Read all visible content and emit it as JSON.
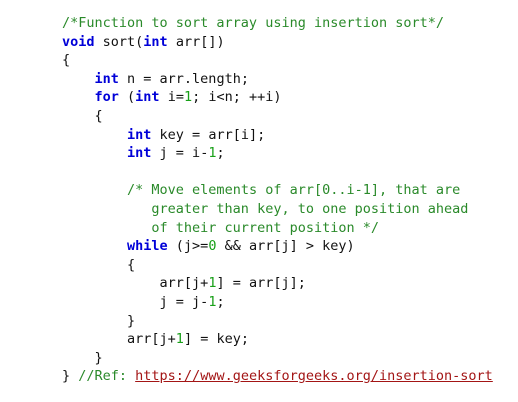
{
  "colors": {
    "keyword": "#0000d8",
    "comment": "#2a8a2a",
    "number": "#18a018",
    "link": "#a31515",
    "text": "#111111",
    "background": "#ffffff"
  },
  "code": {
    "lines": [
      [
        {
          "t": "comment",
          "v": "/*Function to sort array using insertion sort*/"
        }
      ],
      [
        {
          "t": "keyword",
          "v": "void"
        },
        {
          "t": "plain",
          "v": " sort("
        },
        {
          "t": "keyword",
          "v": "int"
        },
        {
          "t": "plain",
          "v": " arr[])"
        }
      ],
      [
        {
          "t": "plain",
          "v": "{"
        }
      ],
      [
        {
          "t": "plain",
          "v": "    "
        },
        {
          "t": "keyword",
          "v": "int"
        },
        {
          "t": "plain",
          "v": " n = arr.length;"
        }
      ],
      [
        {
          "t": "plain",
          "v": "    "
        },
        {
          "t": "keyword",
          "v": "for"
        },
        {
          "t": "plain",
          "v": " ("
        },
        {
          "t": "keyword",
          "v": "int"
        },
        {
          "t": "plain",
          "v": " i="
        },
        {
          "t": "number",
          "v": "1"
        },
        {
          "t": "plain",
          "v": "; i<n; ++i)"
        }
      ],
      [
        {
          "t": "plain",
          "v": "    {"
        }
      ],
      [
        {
          "t": "plain",
          "v": "        "
        },
        {
          "t": "keyword",
          "v": "int"
        },
        {
          "t": "plain",
          "v": " key = arr[i];"
        }
      ],
      [
        {
          "t": "plain",
          "v": "        "
        },
        {
          "t": "keyword",
          "v": "int"
        },
        {
          "t": "plain",
          "v": " j = i-"
        },
        {
          "t": "number",
          "v": "1"
        },
        {
          "t": "plain",
          "v": ";"
        }
      ],
      [],
      [
        {
          "t": "plain",
          "v": "        "
        },
        {
          "t": "comment",
          "v": "/* Move elements of arr[0..i-1], that are"
        }
      ],
      [
        {
          "t": "comment",
          "v": "           greater than key, to one position ahead"
        }
      ],
      [
        {
          "t": "comment",
          "v": "           of their current position */"
        }
      ],
      [
        {
          "t": "plain",
          "v": "        "
        },
        {
          "t": "keyword",
          "v": "while"
        },
        {
          "t": "plain",
          "v": " (j>="
        },
        {
          "t": "number",
          "v": "0"
        },
        {
          "t": "plain",
          "v": " && arr[j] > key)"
        }
      ],
      [
        {
          "t": "plain",
          "v": "        {"
        }
      ],
      [
        {
          "t": "plain",
          "v": "            arr[j+"
        },
        {
          "t": "number",
          "v": "1"
        },
        {
          "t": "plain",
          "v": "] = arr[j];"
        }
      ],
      [
        {
          "t": "plain",
          "v": "            j = j-"
        },
        {
          "t": "number",
          "v": "1"
        },
        {
          "t": "plain",
          "v": ";"
        }
      ],
      [
        {
          "t": "plain",
          "v": "        }"
        }
      ],
      [
        {
          "t": "plain",
          "v": "        arr[j+"
        },
        {
          "t": "number",
          "v": "1"
        },
        {
          "t": "plain",
          "v": "] = key;"
        }
      ],
      [
        {
          "t": "plain",
          "v": "    }"
        }
      ],
      [
        {
          "t": "plain",
          "v": "} "
        },
        {
          "t": "comment",
          "v": "//Ref: "
        },
        {
          "t": "link",
          "v": "https://www.geeksforgeeks.org/insertion-sort"
        }
      ]
    ]
  }
}
